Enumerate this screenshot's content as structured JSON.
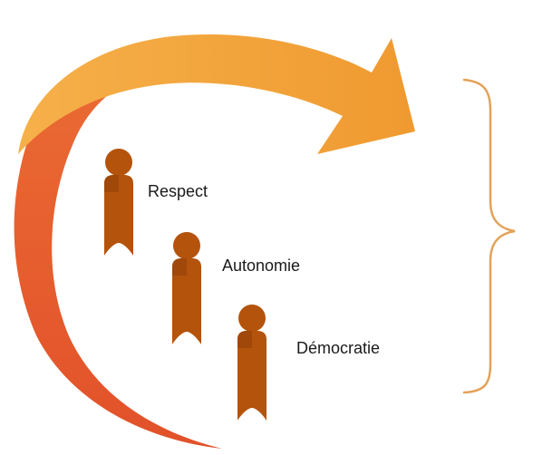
{
  "diagram": {
    "colors": {
      "arrow_orange": "#f0a03a",
      "arrow_red": "#e8562e",
      "figure_fill": "#b4530c",
      "figure_dark": "#6d2f06",
      "brace": "#e3a258",
      "text": "#1a1a1a",
      "background": "#ffffff"
    },
    "icons": {
      "arrow": "curved-arrow-icon",
      "figure": "person-icon",
      "brace": "right-curly-brace-icon"
    },
    "values": [
      {
        "label": "Respect"
      },
      {
        "label": "Autonomie"
      },
      {
        "label": "Démocratie"
      }
    ]
  }
}
